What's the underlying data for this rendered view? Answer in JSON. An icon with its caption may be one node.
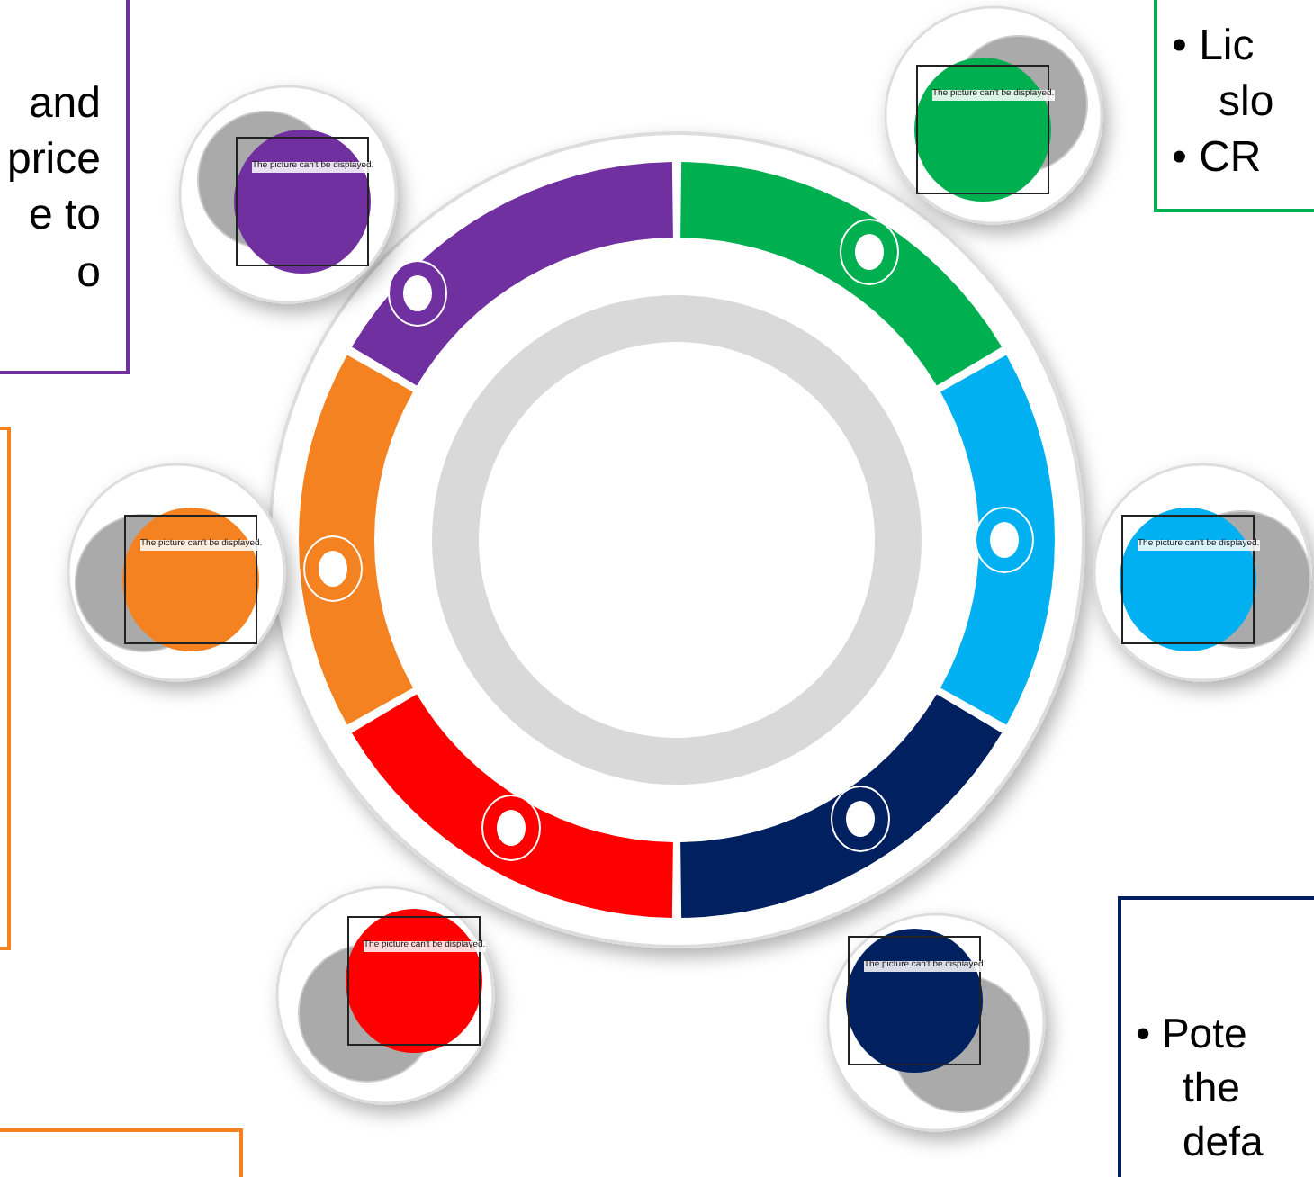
{
  "diagram": {
    "nodes": [
      {
        "text": [
          "and price e to o"
        ]
      },
      {
        "text": [
          "The picture can't be displayed."
        ]
      },
      {
        "text": [
          "The picture can't be displayed."
        ]
      },
      {
        "text": [
          "• Lic slo",
          "• CR"
        ]
      },
      {
        "text": [],
        "shape": "box"
      },
      {
        "text": [
          "The picture can't be displayed."
        ]
      },
      {
        "text": [
          "The picture can't be displayed."
        ]
      },
      {
        "text": [
          "The picture can't be displayed."
        ]
      },
      {
        "text": [
          "The picture can't be displayed."
        ]
      },
      {
        "text": [
          "• Pote the defa"
        ]
      },
      {
        "text": [],
        "shape": "box"
      }
    ]
  }
}
